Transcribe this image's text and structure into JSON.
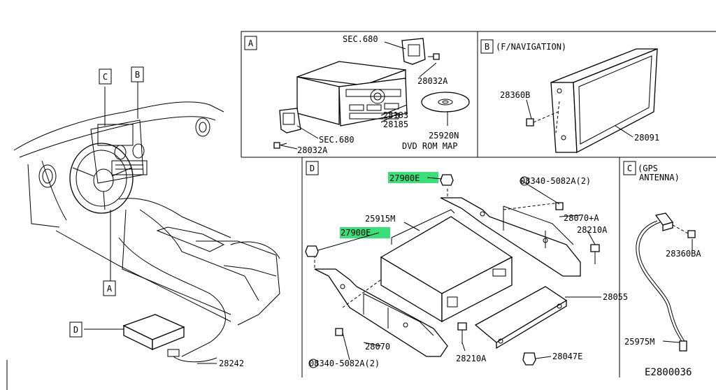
{
  "diagram_id": "E2800036",
  "callouts": {
    "view_c": "C",
    "view_b": "B",
    "view_a": "A",
    "view_d": "D"
  },
  "panel_a": {
    "letter": "A",
    "labels": {
      "sec680_top": "SEC.680",
      "p28032a_top": "28032A",
      "p28183": "28183",
      "p28185": "28185",
      "p25920n": "25920N",
      "dvd_rom_map": "DVD ROM MAP",
      "sec680_bottom": "SEC.680",
      "p28032a_bottom": "28032A"
    }
  },
  "panel_b": {
    "letter": "B",
    "title": "(F/NAVIGATION)",
    "labels": {
      "p28360b": "28360B",
      "p28091": "28091"
    }
  },
  "panel_c": {
    "letter": "C",
    "title_line1": "(GPS",
    "title_line2": "ANTENNA)",
    "labels": {
      "p28360ba": "28360BA",
      "p25975m": "25975M"
    }
  },
  "panel_d": {
    "letter": "D",
    "labels": {
      "p27900e_top": "27900E",
      "s08340_top": "08340-5082A(2)",
      "p28070_plus_a": "28070+A",
      "p28210a_right": "28210A",
      "p25915m": "25915M",
      "p27900e_left": "27900E",
      "p28055": "28055",
      "p28070": "28070",
      "s08340_bottom": "08340-5082A(2)",
      "p28210a_bottom": "28210A",
      "p28047e": "28047E"
    },
    "highlight_color": "#39e07a"
  },
  "main_view": {
    "labels": {
      "p28242": "28242"
    }
  }
}
